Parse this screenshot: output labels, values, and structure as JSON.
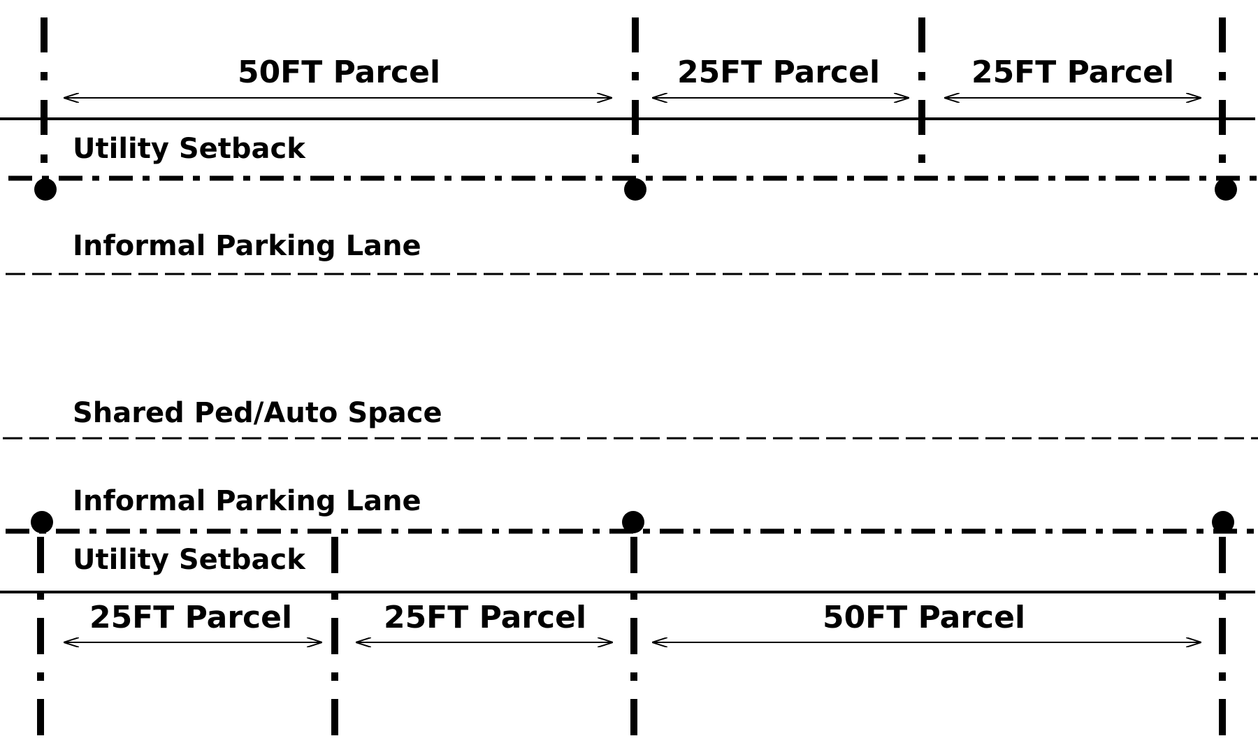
{
  "top_block": {
    "parcels": [
      {
        "label": "50FT Parcel"
      },
      {
        "label": "25FT Parcel"
      },
      {
        "label": "25FT Parcel"
      }
    ],
    "utility_setback": "Utility Setback",
    "parking_lane": "Informal Parking Lane"
  },
  "middle": {
    "shared_space": "Shared Ped/Auto Space"
  },
  "bottom_block": {
    "parking_lane": "Informal Parking Lane",
    "utility_setback": "Utility Setback",
    "parcels": [
      {
        "label": "25FT Parcel"
      },
      {
        "label": "25FT Parcel"
      },
      {
        "label": "50FT Parcel"
      }
    ]
  },
  "colors": {
    "line": "#000000",
    "background": "#ffffff"
  }
}
